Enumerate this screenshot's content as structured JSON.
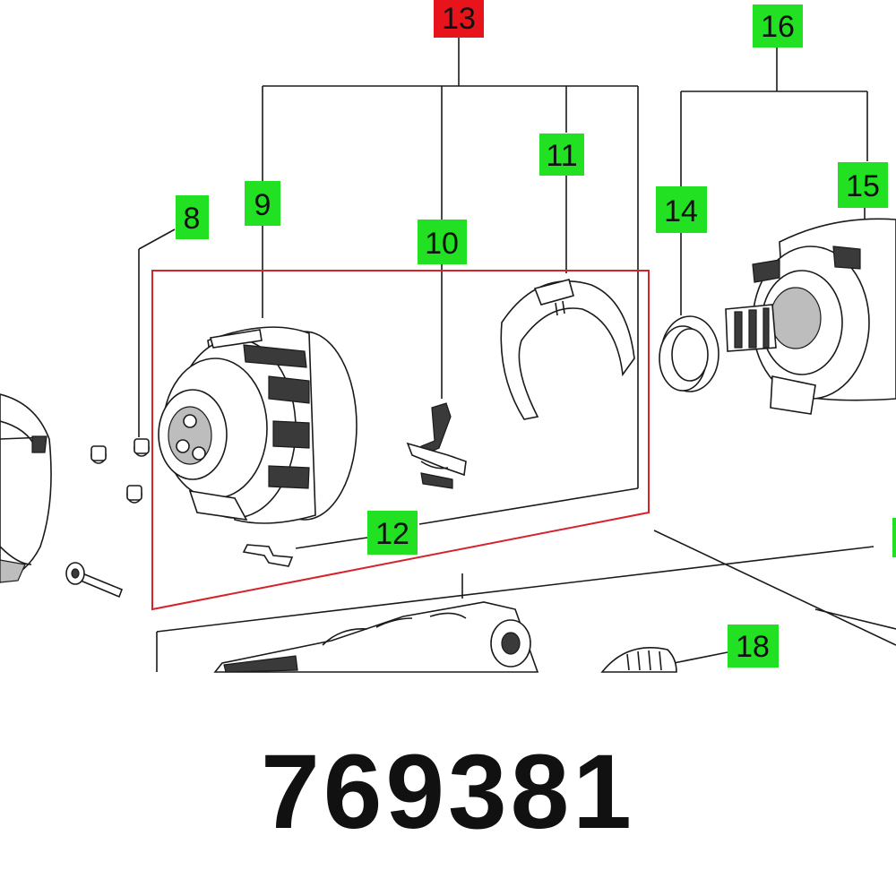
{
  "part_number": "769381",
  "colors": {
    "label_green": "#22e022",
    "label_highlight_red": "#e8141b",
    "selection_frame": "#d6232a",
    "line": "#1a1a1a"
  },
  "callouts": {
    "c8": "8",
    "c9": "9",
    "c10": "10",
    "c11": "11",
    "c12": "12",
    "c13": "13",
    "c14": "14",
    "c15": "15",
    "c16": "16",
    "c18": "18"
  }
}
